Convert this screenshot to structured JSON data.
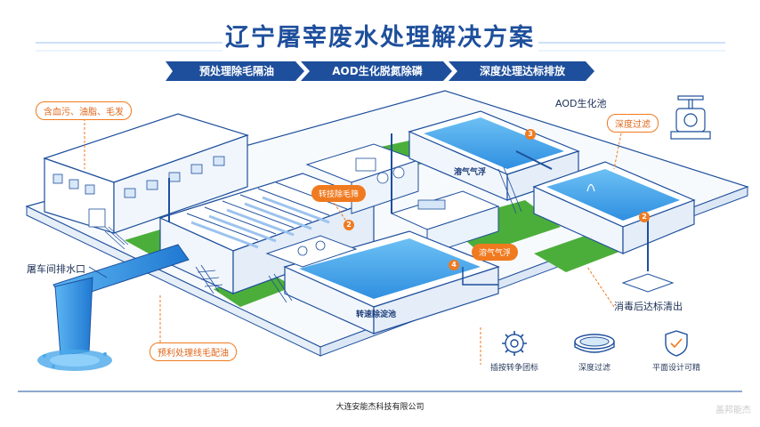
{
  "title": "辽宁屠宰废水处理解决方案",
  "steps": [
    "预处理除毛隔油",
    "AOD生化脱氮除磷",
    "深度处理达标排放"
  ],
  "callouts": {
    "source": "含血污、油脂、毛发",
    "outlet": "屠车间排水口",
    "pretreat": "预利处理线毛配油",
    "screen": "转技除毛筛",
    "flotation": "溶气气浮",
    "flotation_top": "溶气气浮",
    "aod": "AOD生化池",
    "deep": "深度过滤",
    "discharge": "消毒后达标清出",
    "settle": "转速除淀池"
  },
  "badges": [
    "2",
    "4",
    "3",
    "2"
  ],
  "features": [
    {
      "label": "插按转争团标",
      "icon": "gear-icon"
    },
    {
      "label": "深度过滤",
      "icon": "ring-filter-icon"
    },
    {
      "label": "平面设计可精",
      "icon": "shield-check-icon"
    }
  ],
  "footer": "大连安能杰科技有限公司",
  "watermark": "盖邦能杰",
  "colors": {
    "primary": "#1e4f9c",
    "accent": "#f07a1f",
    "water": "#4aa8ea",
    "grass": "#4cae3a"
  }
}
